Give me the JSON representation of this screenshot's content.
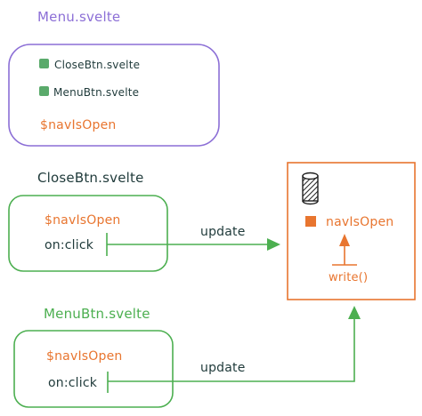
{
  "menu": {
    "title": "Menu.svelte",
    "items": [
      {
        "label": "CloseBtn.svelte"
      },
      {
        "label": "MenuBtn.svelte"
      }
    ],
    "store_ref": "$navIsOpen",
    "color": "#8c6fd6"
  },
  "close_btn": {
    "title": "CloseBtn.svelte",
    "store_ref": "$navIsOpen",
    "handler": "on:click",
    "edge_label": "update",
    "color": "#4caf50"
  },
  "menu_btn": {
    "title": "MenuBtn.svelte",
    "store_ref": "$navIsOpen",
    "handler": "on:click",
    "edge_label": "update",
    "color": "#4caf50"
  },
  "store": {
    "label": "navIsOpen",
    "method": "write()",
    "color": "#e8752f"
  },
  "colors": {
    "text": "#1f3a3a",
    "item_square": "#5aaa6b",
    "store_ref_text": "#e8752f"
  },
  "icons": [
    "database-icon",
    "store-square-icon",
    "arrow-up-icon"
  ]
}
